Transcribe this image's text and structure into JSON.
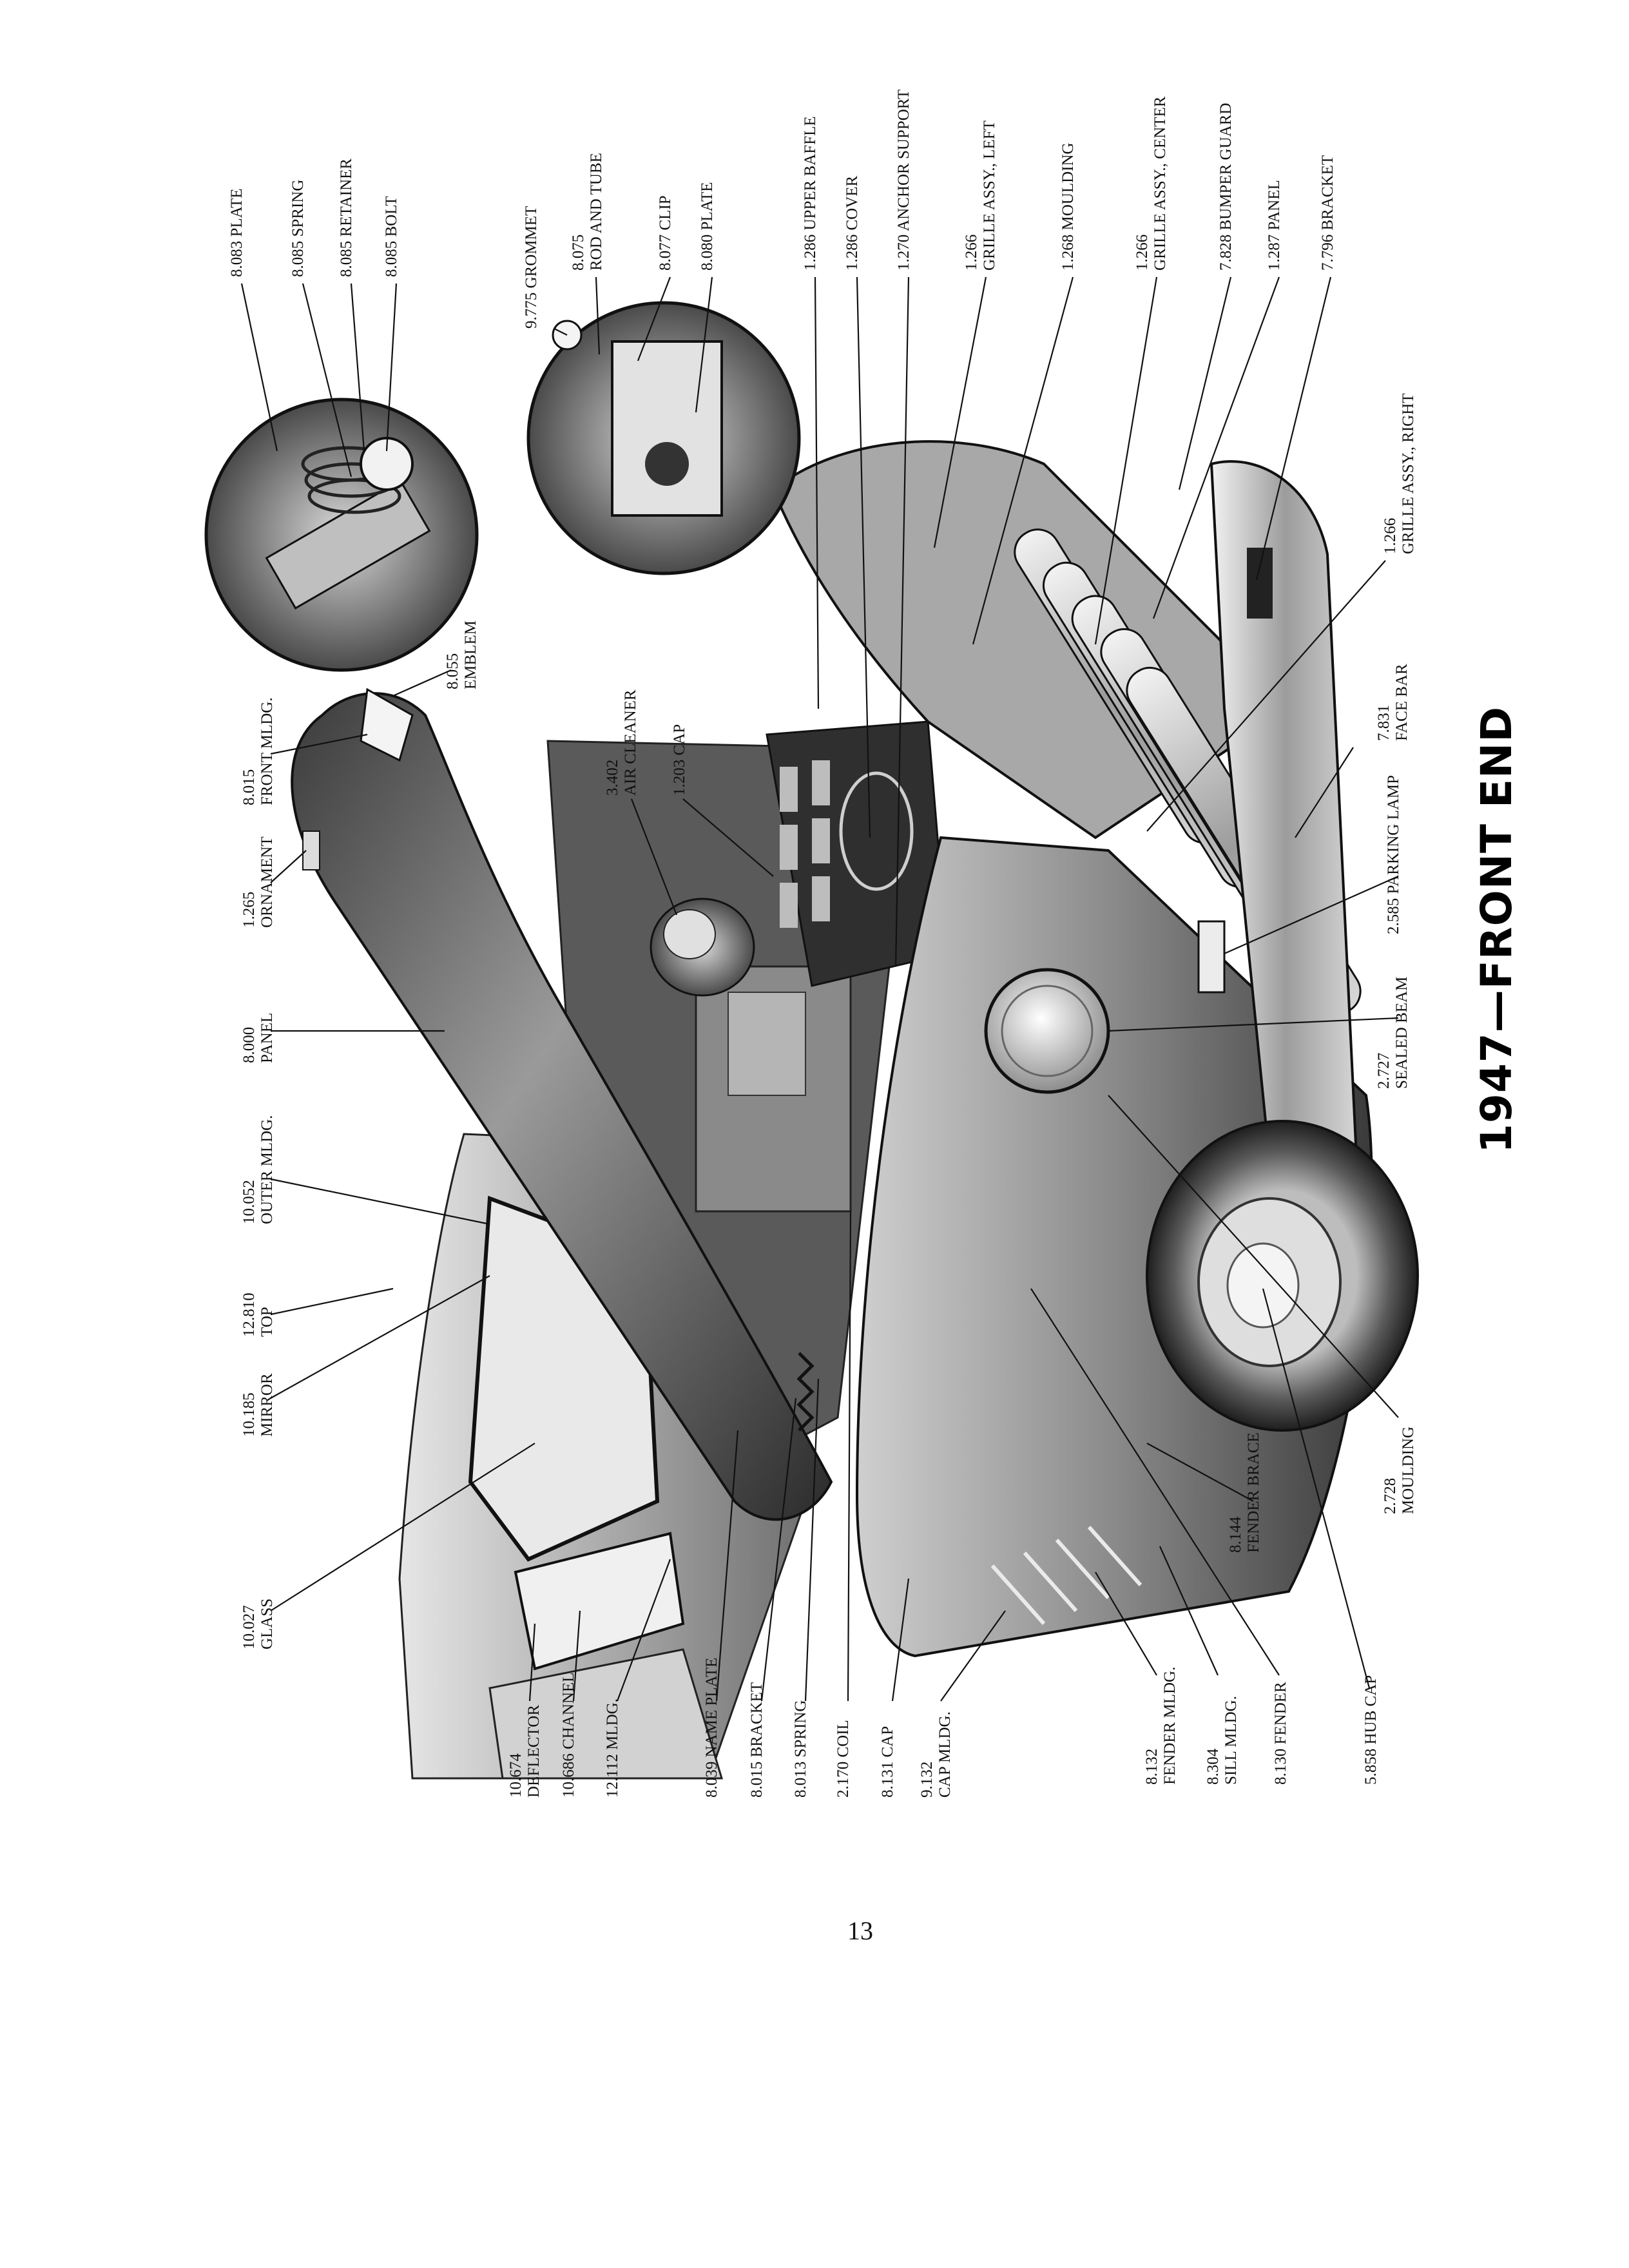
{
  "title": "1947—FRONT END",
  "page_number": "13",
  "callouts": [
    {
      "id": "c1",
      "code": "10.674",
      "name": "DEFLECTOR"
    },
    {
      "id": "c2",
      "code": "10.686",
      "name": "CHANNEL"
    },
    {
      "id": "c3",
      "code": "12.112",
      "name": "MLDG."
    },
    {
      "id": "c4",
      "code": "8.039",
      "name": "NAME PLATE"
    },
    {
      "id": "c5",
      "code": "8.015",
      "name": "BRACKET"
    },
    {
      "id": "c6",
      "code": "8.013",
      "name": "SPRING"
    },
    {
      "id": "c7",
      "code": "2.170",
      "name": "COIL"
    },
    {
      "id": "c8",
      "code": "8.131",
      "name": "CAP"
    },
    {
      "id": "c9",
      "code": "9.132",
      "name": "CAP MLDG."
    },
    {
      "id": "c10",
      "code": "8.132",
      "name": "FENDER MLDG."
    },
    {
      "id": "c11",
      "code": "8.304",
      "name": "SILL MLDG."
    },
    {
      "id": "c12",
      "code": "8.130",
      "name": "FENDER"
    },
    {
      "id": "c13",
      "code": "5.858",
      "name": "HUB CAP"
    },
    {
      "id": "c14",
      "code": "10.027",
      "name": "GLASS"
    },
    {
      "id": "c15",
      "code": "10.185",
      "name": "MIRROR"
    },
    {
      "id": "c16",
      "code": "12.810",
      "name": "TOP"
    },
    {
      "id": "c17",
      "code": "10.052",
      "name": "OUTER MLDG."
    },
    {
      "id": "c18",
      "code": "8.000",
      "name": "PANEL"
    },
    {
      "id": "c19",
      "code": "1.265",
      "name": "ORNAMENT"
    },
    {
      "id": "c20",
      "code": "8.015",
      "name": "FRONT MLDG."
    },
    {
      "id": "c21",
      "code": "8.055",
      "name": "EMBLEM"
    },
    {
      "id": "c22",
      "code": "3.402",
      "name": "AIR CLEANER"
    },
    {
      "id": "c23",
      "code": "1.203",
      "name": "CAP"
    },
    {
      "id": "c24",
      "code": "2.727",
      "name": "SEALED BEAM"
    },
    {
      "id": "c25",
      "code": "2.585",
      "name": "PARKING LAMP"
    },
    {
      "id": "c26",
      "code": "7.831",
      "name": "FACE BAR"
    },
    {
      "id": "c27",
      "code": "1.266",
      "name": "GRILLE ASSY., RIGHT"
    },
    {
      "id": "c28",
      "code": "7.796",
      "name": "BRACKET"
    },
    {
      "id": "c29",
      "code": "1.287",
      "name": "PANEL"
    },
    {
      "id": "c30",
      "code": "7.828",
      "name": "BUMPER GUARD"
    },
    {
      "id": "c31",
      "code": "1.266",
      "name": "GRILLE ASSY., CENTER"
    },
    {
      "id": "c32",
      "code": "1.268",
      "name": "MOULDING"
    },
    {
      "id": "c33",
      "code": "1.266",
      "name": "GRILLE ASSY., LEFT"
    },
    {
      "id": "c34",
      "code": "1.270",
      "name": "ANCHOR SUPPORT"
    },
    {
      "id": "c35",
      "code": "1.286",
      "name": "COVER"
    },
    {
      "id": "c36",
      "code": "1.286",
      "name": "UPPER BAFFLE"
    },
    {
      "id": "c37",
      "code": "8.080",
      "name": "PLATE"
    },
    {
      "id": "c38",
      "code": "8.077",
      "name": "CLIP"
    },
    {
      "id": "c39",
      "code": "8.075",
      "name": "ROD AND TUBE"
    },
    {
      "id": "c40",
      "code": "9.775",
      "name": "GROMMET"
    },
    {
      "id": "c41",
      "code": "8.085",
      "name": "BOLT"
    },
    {
      "id": "c42",
      "code": "8.085",
      "name": "RETAINER"
    },
    {
      "id": "c43",
      "code": "8.085",
      "name": "SPRING"
    },
    {
      "id": "c44",
      "code": "8.083",
      "name": "PLATE"
    },
    {
      "id": "c45",
      "code": "2.728",
      "name": "MOULDING"
    },
    {
      "id": "c46",
      "code": "8.144",
      "name": "FENDER BRACE"
    }
  ]
}
